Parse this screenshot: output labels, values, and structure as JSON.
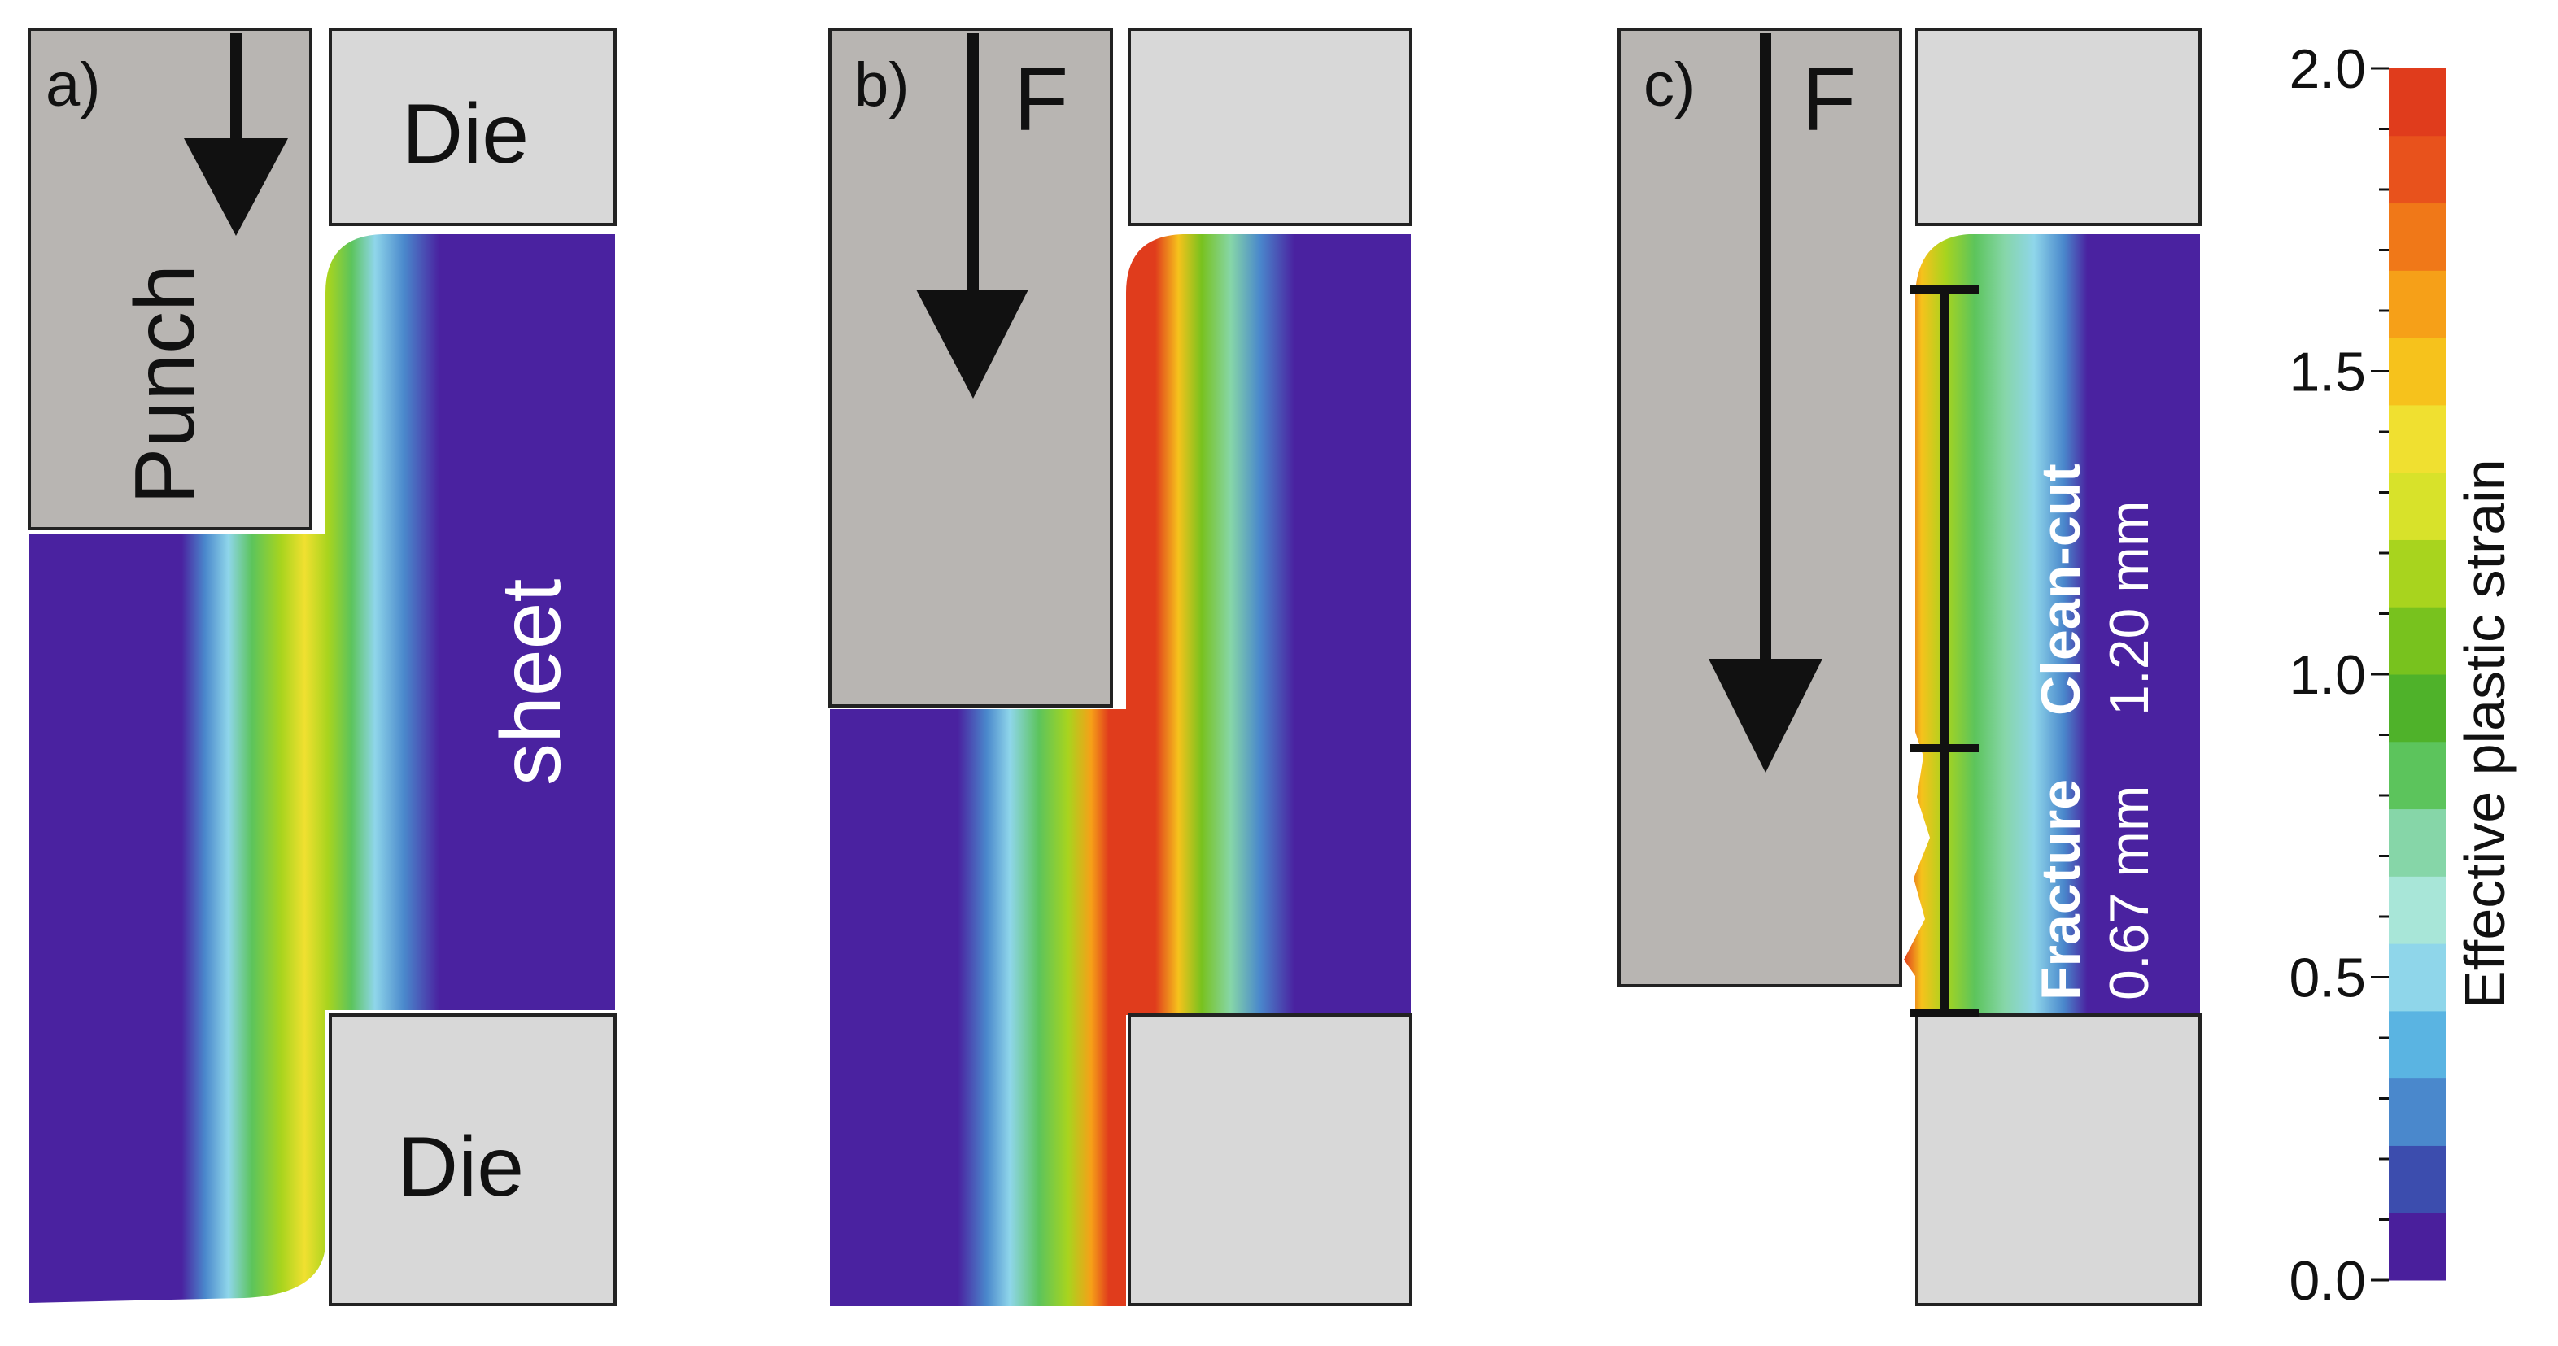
{
  "panels": {
    "a": {
      "label": "a)",
      "punch_label": "Punch",
      "die_top_label": "Die",
      "die_bottom_label": "Die",
      "sheet_label": "sheet"
    },
    "b": {
      "label": "b)",
      "force_label": "F"
    },
    "c": {
      "label": "c)",
      "force_label": "F",
      "fracture_label": "Fracture",
      "fracture_value": "0.67 mm",
      "cleancut_label": "Clean-cut",
      "cleancut_value": "1.20 mm"
    }
  },
  "colorbar": {
    "title": "Effective plastic strain",
    "ticks": [
      "0.0",
      "0.5",
      "1.0",
      "1.5",
      "2.0"
    ],
    "min": 0.0,
    "max": 2.0,
    "colors": [
      "#4a1f9c",
      "#3c4dae",
      "#4a88cc",
      "#5ab4e2",
      "#8fd6ea",
      "#a8e6d8",
      "#86d6a8",
      "#5cc45c",
      "#4fb22a",
      "#78c21e",
      "#a8d41e",
      "#d8e22a",
      "#f0e030",
      "#f6c21c",
      "#f6a018",
      "#f07818",
      "#e8521c",
      "#e03c1c"
    ]
  },
  "colors": {
    "sheet_base": "#4a22a0",
    "tool_fill": "#b8b5b2",
    "die_fill": "#d8d8d8",
    "outline": "#222222",
    "arrow": "#111111"
  }
}
